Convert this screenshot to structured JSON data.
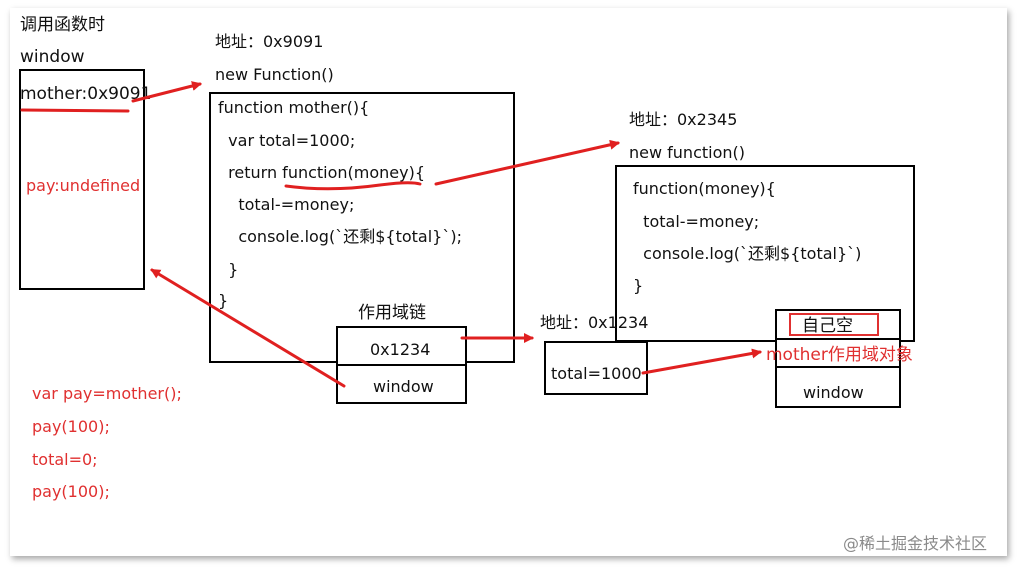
{
  "left": {
    "title": "调用函数时",
    "window": "window",
    "mother": "mother:0x9091",
    "pay": "pay:undefined",
    "code": [
      "var pay=mother();",
      "pay(100);",
      "total=0;",
      "pay(100);"
    ]
  },
  "obj1": {
    "addr": "地址：0x9091",
    "ctor": "new Function()",
    "lines": [
      "function mother(){",
      "  var total=1000;",
      "  return function(money){",
      "    total-=money;",
      "    console.log(`还剩${total}`);",
      "  }",
      "}"
    ]
  },
  "scope": {
    "title": "作用域链",
    "items": [
      "0x1234",
      "window"
    ]
  },
  "obj2": {
    "addr": "地址：0x2345",
    "ctor": "new function()",
    "lines": [
      "function(money){",
      "  total-=money;",
      "  console.log(`还剩${total}`)",
      "}"
    ]
  },
  "obj3": {
    "addr": "地址：0x1234",
    "total": "total=1000"
  },
  "scope2": {
    "self": "自己空",
    "mother_scope": "mother作用域对象",
    "window": "window"
  },
  "watermark": "@稀土掘金技术社区",
  "colors": {
    "accent": "#e02020",
    "border": "#000000"
  }
}
